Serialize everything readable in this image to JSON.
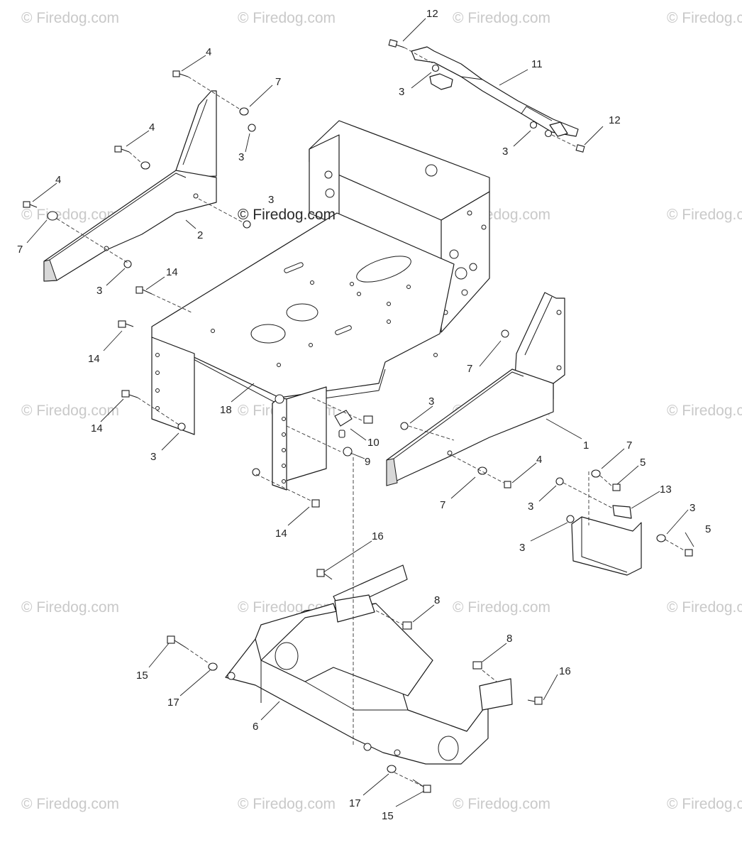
{
  "watermark": {
    "text": "© Firedog.com",
    "center_text": "© Firedog.com"
  },
  "callouts": {
    "c1": "1",
    "c2": "2",
    "c3a": "3",
    "c3b": "3",
    "c3c": "3",
    "c3d": "3",
    "c3e": "3",
    "c3f": "3",
    "c3g": "3",
    "c3h": "3",
    "c3i": "3",
    "c3j": "3",
    "c4a": "4",
    "c4b": "4",
    "c4c": "4",
    "c4d": "4",
    "c5a": "5",
    "c5b": "5",
    "c6": "6",
    "c7a": "7",
    "c7b": "7",
    "c7c": "7",
    "c7d": "7",
    "c7e": "7",
    "c8a": "8",
    "c8b": "8",
    "c9": "9",
    "c10": "10",
    "c11": "11",
    "c12a": "12",
    "c12b": "12",
    "c13": "13",
    "c14a": "14",
    "c14b": "14",
    "c14c": "14",
    "c14d": "14",
    "c15a": "15",
    "c15b": "15",
    "c16a": "16",
    "c16b": "16",
    "c17a": "17",
    "c17b": "17",
    "c18": "18"
  }
}
